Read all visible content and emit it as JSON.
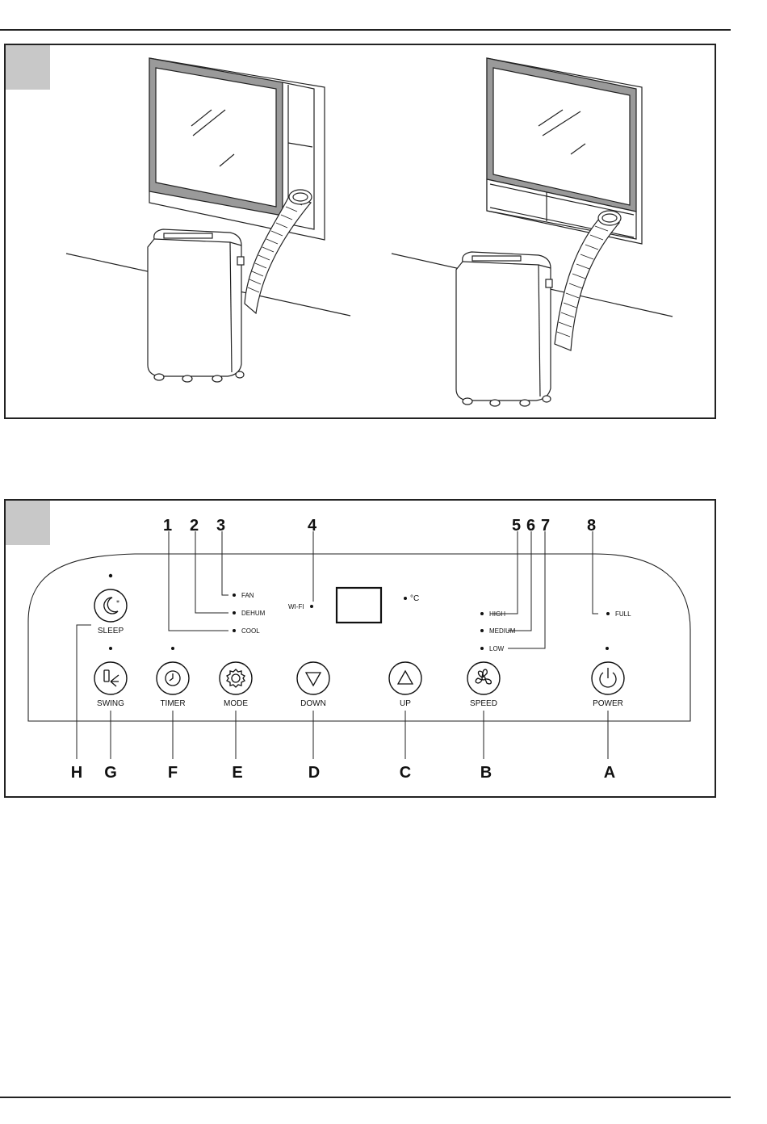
{
  "figure1": {
    "name": "installation illustration",
    "views": [
      "window-kit-vertical",
      "window-kit-horizontal"
    ]
  },
  "figure2": {
    "indicators": {
      "fan": "FAN",
      "dehum": "DEHUM",
      "cool": "COOL",
      "wifi": "WI-FI",
      "celsius": "°C",
      "high": "HIGH",
      "medium": "MEDIUM",
      "low": "LOW",
      "full": "FULL"
    },
    "buttons": {
      "sleep": "SLEEP",
      "swing": "SWING",
      "timer": "TIMER",
      "mode": "MODE",
      "down": "DOWN",
      "up": "UP",
      "speed": "SPEED",
      "power": "POWER"
    },
    "numbers": [
      "1",
      "2",
      "3",
      "4",
      "5",
      "6",
      "7",
      "8"
    ],
    "letters": [
      "H",
      "G",
      "F",
      "E",
      "D",
      "C",
      "B",
      "A"
    ],
    "icons": {
      "sleep": "moon-star-icon",
      "swing": "swing-icon",
      "timer": "clock-icon",
      "mode": "gear-icon",
      "down": "triangle-down-icon",
      "up": "triangle-up-icon",
      "speed": "fan-icon",
      "power": "power-icon"
    }
  }
}
